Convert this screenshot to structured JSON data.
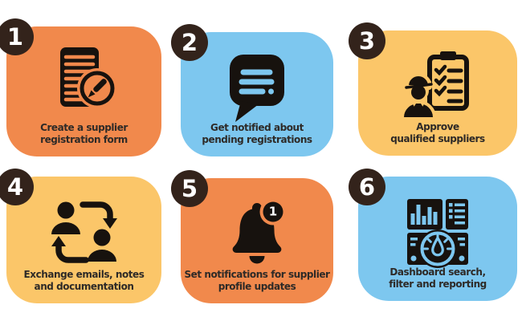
{
  "background": "#FFFFFF",
  "badge_color": "#33231B",
  "icon_color": "#17120E",
  "text_color": "#2E2A27",
  "cards": [
    {
      "number": "1",
      "color": "#F1894C",
      "icon": "document-edit-icon",
      "label": "Create a supplier\nregistration form"
    },
    {
      "number": "2",
      "color": "#7DC7EF",
      "icon": "chat-bubble-icon",
      "label": "Get notified about\npending registrations"
    },
    {
      "number": "3",
      "color": "#FBC669",
      "icon": "approve-clipboard-icon",
      "label": "Approve\nqualified suppliers"
    },
    {
      "number": "4",
      "color": "#FBC669",
      "icon": "exchange-people-icon",
      "label": "Exchange emails, notes\nand documentation"
    },
    {
      "number": "5",
      "color": "#F1894C",
      "icon": "notification-bell-icon",
      "label": "Set notifications for supplier\nprofile updates",
      "badge_count": "1"
    },
    {
      "number": "6",
      "color": "#7DC7EF",
      "icon": "dashboard-search-icon",
      "label": "Dashboard search,\nfilter and reporting"
    }
  ]
}
